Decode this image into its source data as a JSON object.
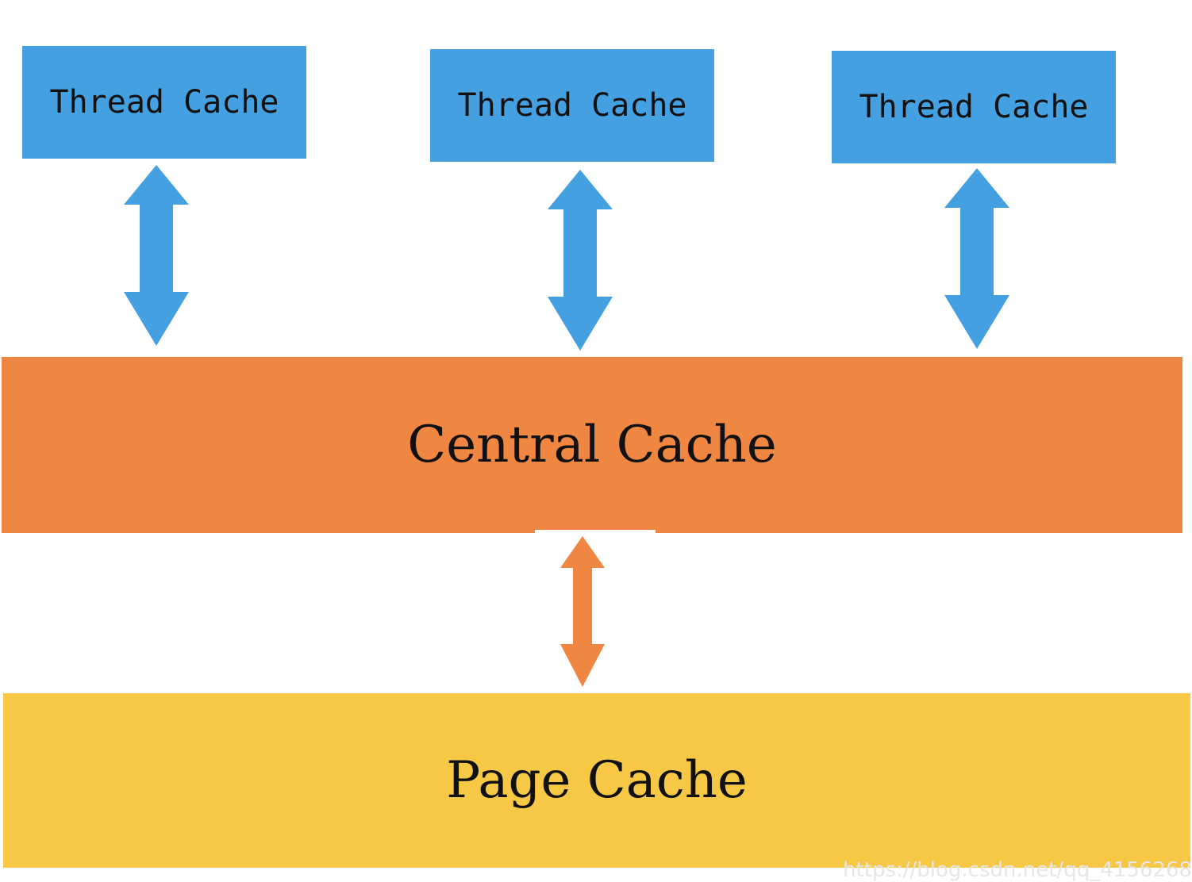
{
  "thread_caches": [
    {
      "label": "Thread Cache"
    },
    {
      "label": "Thread Cache"
    },
    {
      "label": "Thread Cache"
    }
  ],
  "central_cache": {
    "label": "Central Cache"
  },
  "page_cache": {
    "label": "Page Cache"
  },
  "watermark": "https://blog.csdn.net/qq_4156268",
  "colors": {
    "thread_cache": "#44a0e0",
    "central_cache": "#ef8641",
    "page_cache": "#f7c746",
    "arrow_thread": "#44a0e0",
    "arrow_central": "#ef8641"
  },
  "icons": [
    "double-headed-arrow-icon"
  ]
}
